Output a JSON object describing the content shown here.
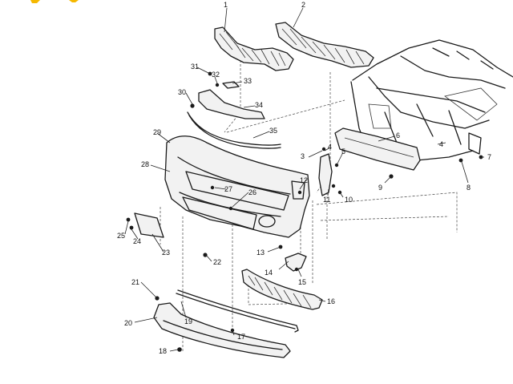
{
  "diagram": {
    "colors": {
      "line": "#1a1a1a",
      "fill": "#f2f2f2",
      "accent": "#f5b800",
      "background": "#ffffff"
    },
    "callouts": [
      {
        "id": "1",
        "label": "1"
      },
      {
        "id": "2",
        "label": "2"
      },
      {
        "id": "3",
        "label": "3"
      },
      {
        "id": "4a",
        "label": "4"
      },
      {
        "id": "4b",
        "label": "4"
      },
      {
        "id": "5",
        "label": "5"
      },
      {
        "id": "6",
        "label": "6"
      },
      {
        "id": "7",
        "label": "7"
      },
      {
        "id": "8",
        "label": "8"
      },
      {
        "id": "9",
        "label": "9"
      },
      {
        "id": "10",
        "label": "10"
      },
      {
        "id": "11",
        "label": "11"
      },
      {
        "id": "12",
        "label": "12"
      },
      {
        "id": "13",
        "label": "13"
      },
      {
        "id": "14",
        "label": "14"
      },
      {
        "id": "15",
        "label": "15"
      },
      {
        "id": "16",
        "label": "16"
      },
      {
        "id": "17",
        "label": "17"
      },
      {
        "id": "18",
        "label": "18"
      },
      {
        "id": "19",
        "label": "19"
      },
      {
        "id": "20",
        "label": "20"
      },
      {
        "id": "21",
        "label": "21"
      },
      {
        "id": "22",
        "label": "22"
      },
      {
        "id": "23",
        "label": "23"
      },
      {
        "id": "24",
        "label": "24"
      },
      {
        "id": "25",
        "label": "25"
      },
      {
        "id": "26",
        "label": "26"
      },
      {
        "id": "27",
        "label": "27"
      },
      {
        "id": "28",
        "label": "28"
      },
      {
        "id": "29",
        "label": "29"
      },
      {
        "id": "30",
        "label": "30"
      },
      {
        "id": "31",
        "label": "31"
      },
      {
        "id": "32",
        "label": "32"
      },
      {
        "id": "33",
        "label": "33"
      },
      {
        "id": "34",
        "label": "34"
      },
      {
        "id": "35",
        "label": "35"
      }
    ]
  }
}
